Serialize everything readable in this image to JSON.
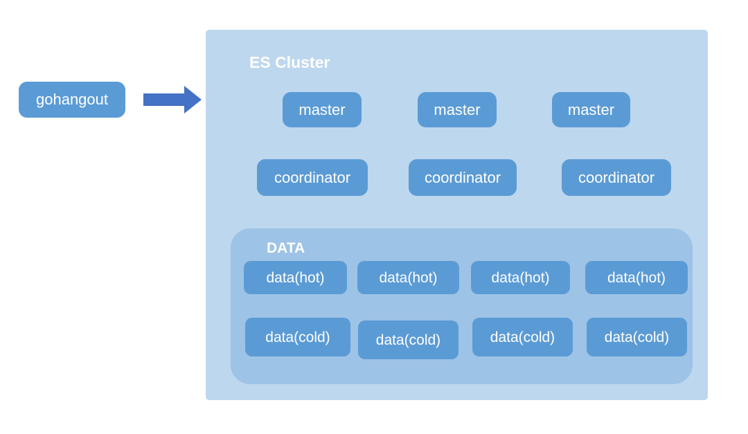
{
  "diagram": {
    "source_node": {
      "label": "gohangout"
    },
    "arrow": {
      "icon": "right-block-arrow",
      "direction": "right"
    },
    "es_cluster": {
      "title": "ES Cluster",
      "master_nodes": [
        "master",
        "master",
        "master"
      ],
      "coordinator_nodes": [
        "coordinator",
        "coordinator",
        "coordinator"
      ],
      "data_group": {
        "title": "DATA",
        "hot_nodes": [
          "data(hot)",
          "data(hot)",
          "data(hot)",
          "data(hot)"
        ],
        "cold_nodes": [
          "data(cold)",
          "data(cold)",
          "data(cold)",
          "data(cold)"
        ]
      }
    },
    "colors": {
      "node_fill": "#5B9BD5",
      "arrow_fill": "#4472C4",
      "cluster_fill": "#BDD7EE",
      "data_group_fill": "#9DC3E6",
      "label_text": "#FFFFFF",
      "page_background": "#FFFFFF"
    }
  }
}
